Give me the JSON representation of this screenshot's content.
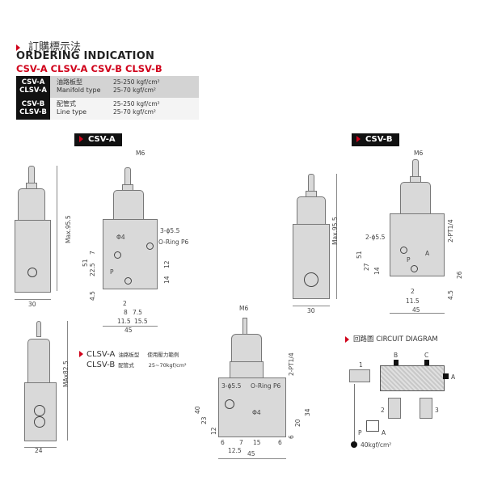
{
  "header": {
    "title_cn": "訂購標示法",
    "title_en": "ORDERING INDICATION",
    "models_line": "CSV-A CLSV-A  CSV-B CLSV-B"
  },
  "ordering_table": [
    {
      "code_1": "CSV-A",
      "code_2": "CLSV-A",
      "type_cn": "油路板型",
      "type_en": "Manifold type",
      "pressure_1": "25-250 kgf/cm²",
      "pressure_2": "25-70 kgf/cm²"
    },
    {
      "code_1": "CSV-B",
      "code_2": "CLSV-B",
      "type_cn": "配管式",
      "type_en": "Line type",
      "pressure_1": "25-250 kgf/cm²",
      "pressure_2": "25-70 kgf/cm²"
    }
  ],
  "sections": {
    "csv_a": {
      "label": "CSV-A",
      "side_view": {
        "height_dim": "Max.95.5",
        "width_dim": "30"
      },
      "front_view": {
        "thread": "M6",
        "holes": "3-ϕ5.5",
        "oring": "O-Ring P6",
        "phi": "Φ4",
        "port_p": "P",
        "dims_vertical": [
          "51",
          "7",
          "22.5",
          "4.5",
          "12",
          "14"
        ],
        "dims_horizontal": [
          "2",
          "8",
          "7.5",
          "11.5",
          "15.5",
          "45"
        ]
      }
    },
    "csv_b": {
      "label": "CSV-B",
      "side_view": {
        "height_dim": "Max.95.5",
        "width_dim": "30"
      },
      "front_view": {
        "thread": "M6",
        "holes": "2-ϕ5.5",
        "port_thread": "2-PT1/4",
        "port_a": "A",
        "port_p": "P",
        "dims_vertical": [
          "51",
          "27",
          "14",
          "26",
          "4.5"
        ],
        "dims_horizontal": [
          "2",
          "11.5",
          "45"
        ]
      }
    },
    "clsv": {
      "side_view": {
        "height_dim": "MAx82.5",
        "width_dim": "24"
      },
      "notes": [
        {
          "model": "CLSV-A",
          "type_cn": "油路板型",
          "desc": "使用壓力範例"
        },
        {
          "model": "CLSV-B",
          "type_cn": "配管式",
          "desc": "25~70kgf/cm²"
        }
      ],
      "front_view": {
        "thread": "M6",
        "holes": "3-ϕ5.5",
        "oring": "O-Ring P6",
        "port_thread": "2-PT1/4",
        "phi": "Φ4",
        "dims_vertical": [
          "40",
          "23",
          "12",
          "34",
          "20",
          "6"
        ],
        "dims_horizontal": [
          "6",
          "7",
          "15",
          "6",
          "12.5",
          "45"
        ]
      }
    },
    "circuit": {
      "title_cn": "回路圖",
      "title_en": "CIRCUIT DIAGRAM",
      "labels": [
        "1",
        "B",
        "C",
        "A",
        "2",
        "3",
        "P",
        "A"
      ],
      "pressure": "40kgf/cm²"
    }
  },
  "colors": {
    "accent": "#d0021b",
    "tag_bg": "#111111",
    "row1_bg": "#d3d3d3",
    "part_fill": "#d9d9d9"
  }
}
